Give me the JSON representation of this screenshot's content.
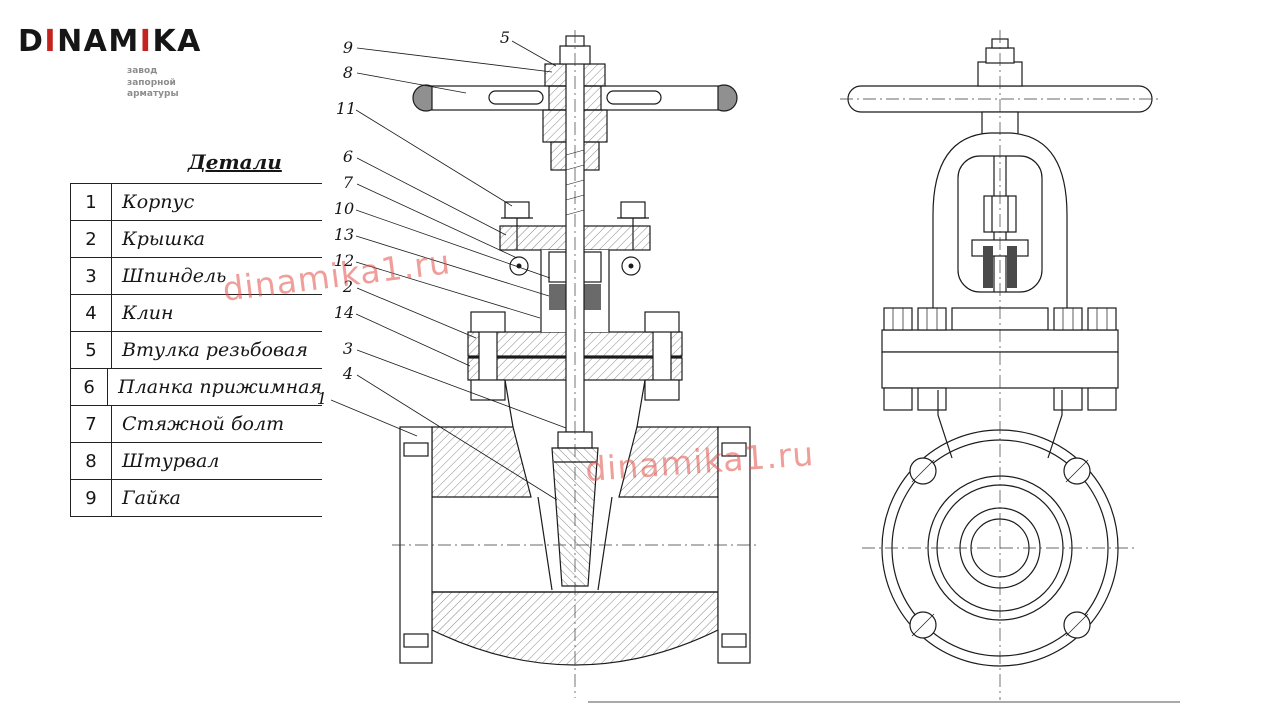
{
  "logo": {
    "letters": [
      "D",
      "I",
      "NAM",
      "I",
      "KA"
    ],
    "subtitle_lines": [
      "завод",
      "запорной",
      "арматуры"
    ]
  },
  "parts_table": {
    "header": "Детали",
    "rows": [
      {
        "num": "1",
        "name": "Корпус"
      },
      {
        "num": "2",
        "name": "Крышка"
      },
      {
        "num": "3",
        "name": "Шпиндель"
      },
      {
        "num": "4",
        "name": "Клин"
      },
      {
        "num": "5",
        "name": "Втулка резьбовая"
      },
      {
        "num": "6",
        "name": "Планка прижимная"
      },
      {
        "num": "7",
        "name": "Стяжной болт"
      },
      {
        "num": "8",
        "name": "Штурвал"
      },
      {
        "num": "9",
        "name": "Гайка"
      }
    ]
  },
  "callouts": [
    "9",
    "8",
    "5",
    "11",
    "6",
    "7",
    "10",
    "13",
    "12",
    "2",
    "14",
    "3",
    "4",
    "1"
  ],
  "watermark": "dinamika1.ru"
}
